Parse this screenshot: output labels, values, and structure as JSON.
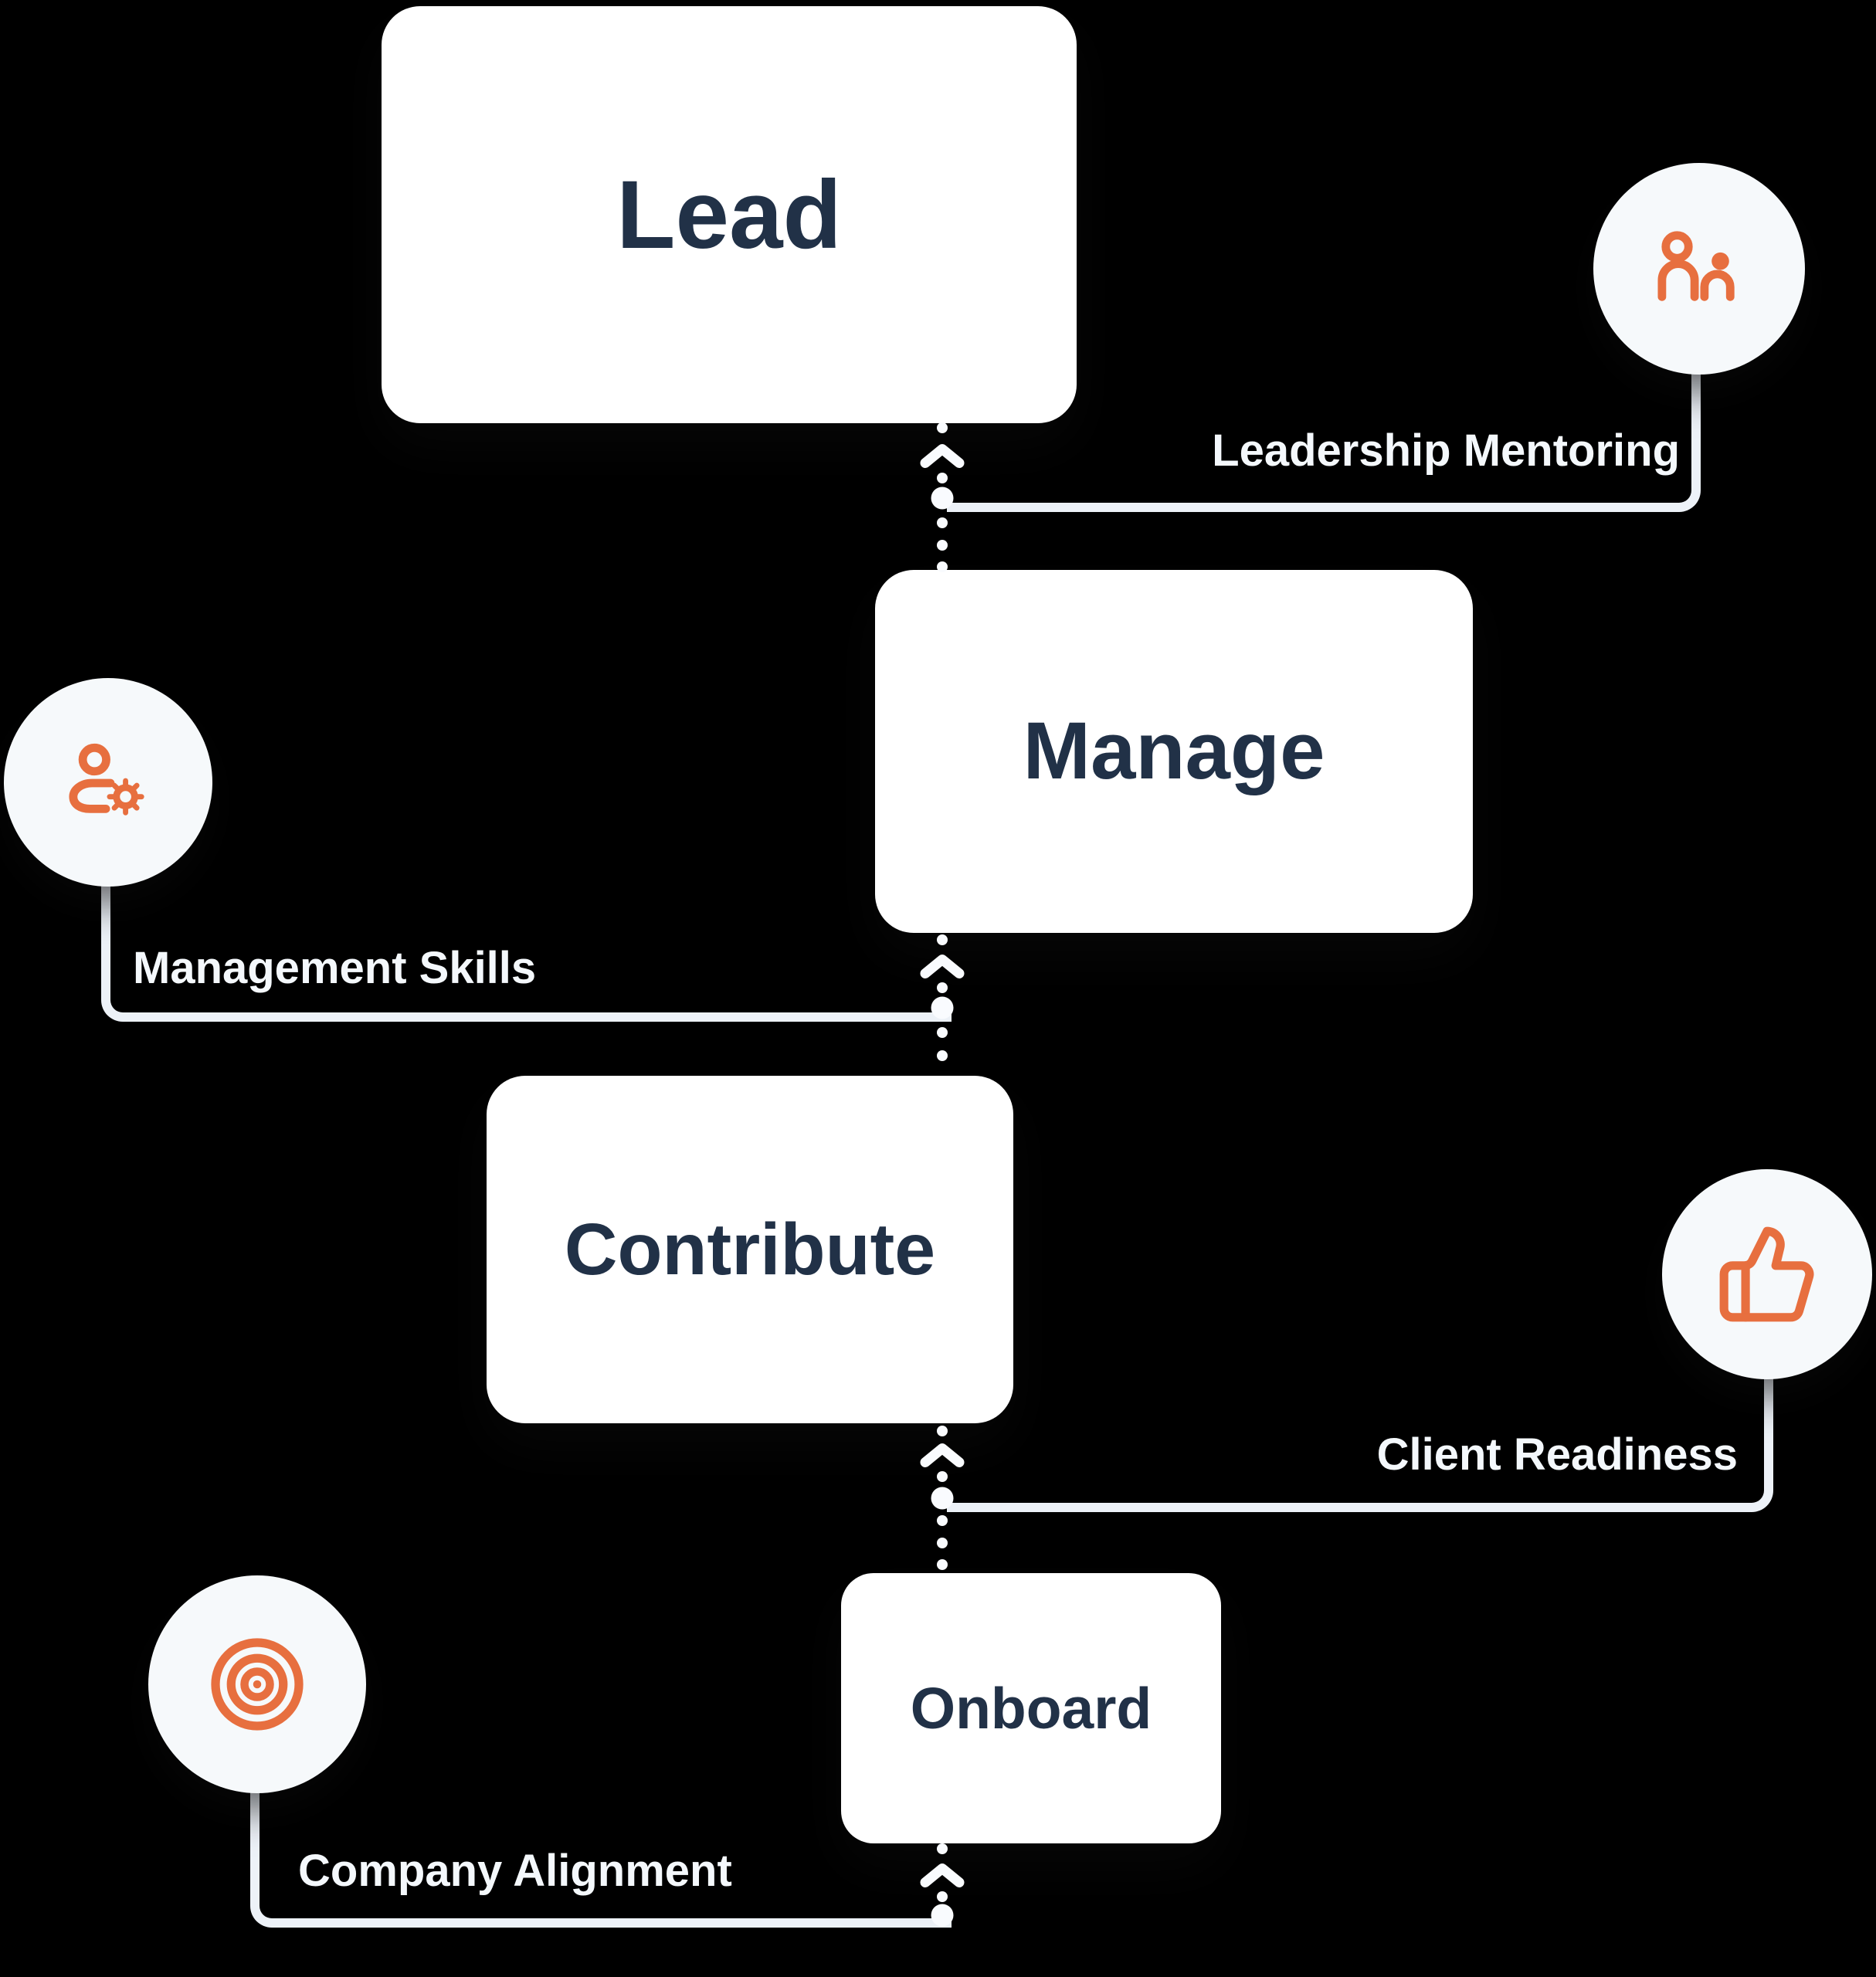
{
  "title": "Career progression diagram",
  "colors": {
    "background": "#000000",
    "card_bg": "#ffffff",
    "card_text": "#213147",
    "accent_orange": "#e76f3f",
    "connector_line": "#edf2f8",
    "dot_white": "#f9fbfe",
    "label_text": "#f4f8fc",
    "badge_bg": "#f6f9fb"
  },
  "stages": [
    {
      "label": "Lead"
    },
    {
      "label": "Manage"
    },
    {
      "label": "Contribute"
    },
    {
      "label": "Onboard"
    }
  ],
  "milestones": [
    {
      "label": "Leadership Mentoring",
      "icon": "people-icon",
      "side": "right"
    },
    {
      "label": "Management Skills",
      "icon": "user-gear-icon",
      "side": "left"
    },
    {
      "label": "Client Readiness",
      "icon": "thumbs-up-icon",
      "side": "right"
    },
    {
      "label": "Company Alignment",
      "icon": "target-icon",
      "side": "left"
    }
  ]
}
